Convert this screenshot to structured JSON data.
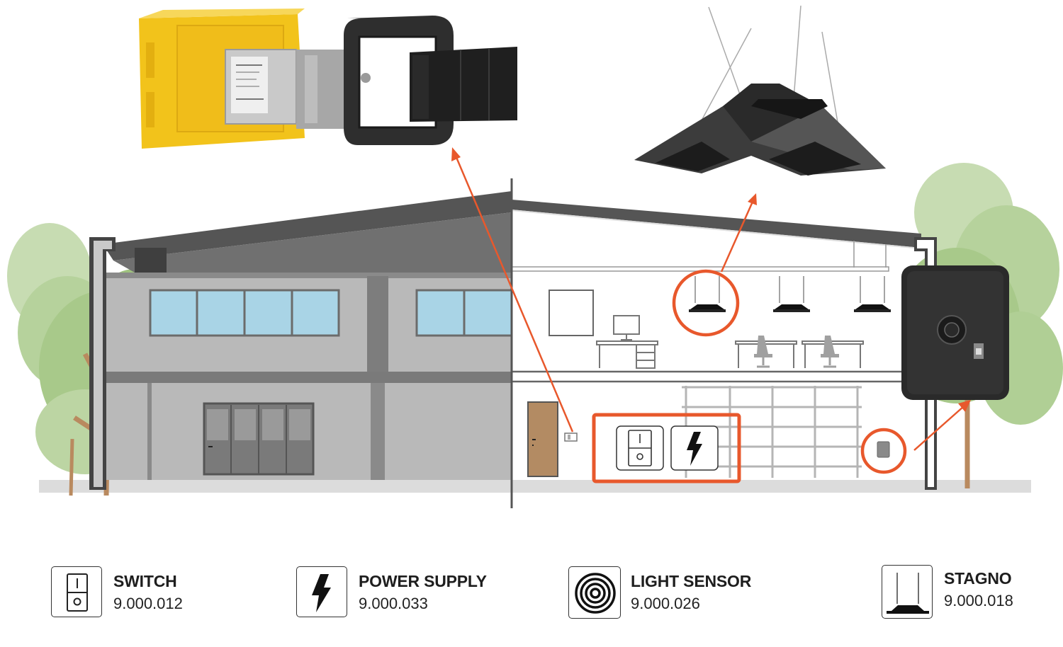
{
  "legend": [
    {
      "key": "switch",
      "title": "SWITCH",
      "code": "9.000.012",
      "icon": "switch-icon"
    },
    {
      "key": "power-supply",
      "title": "POWER SUPPLY",
      "code": "9.000.033",
      "icon": "lightning-bolt-icon"
    },
    {
      "key": "light-sensor",
      "title": "LIGHT SENSOR",
      "code": "9.000.026",
      "icon": "concentric-circles-icon"
    },
    {
      "key": "stagno",
      "title": "STAGNO",
      "code": "9.000.018",
      "icon": "pendant-lamp-icon"
    }
  ],
  "colors": {
    "accent": "#e8582c",
    "wall_exterior": "#b9b9b9",
    "wall_dark": "#6b6b6b",
    "roof_dark": "#555555",
    "window": "#a9d4e6",
    "door": "#b38b63",
    "tree": "#a8c98a",
    "trunk": "#b98a5f",
    "box_yellow": "#f2c31b"
  }
}
